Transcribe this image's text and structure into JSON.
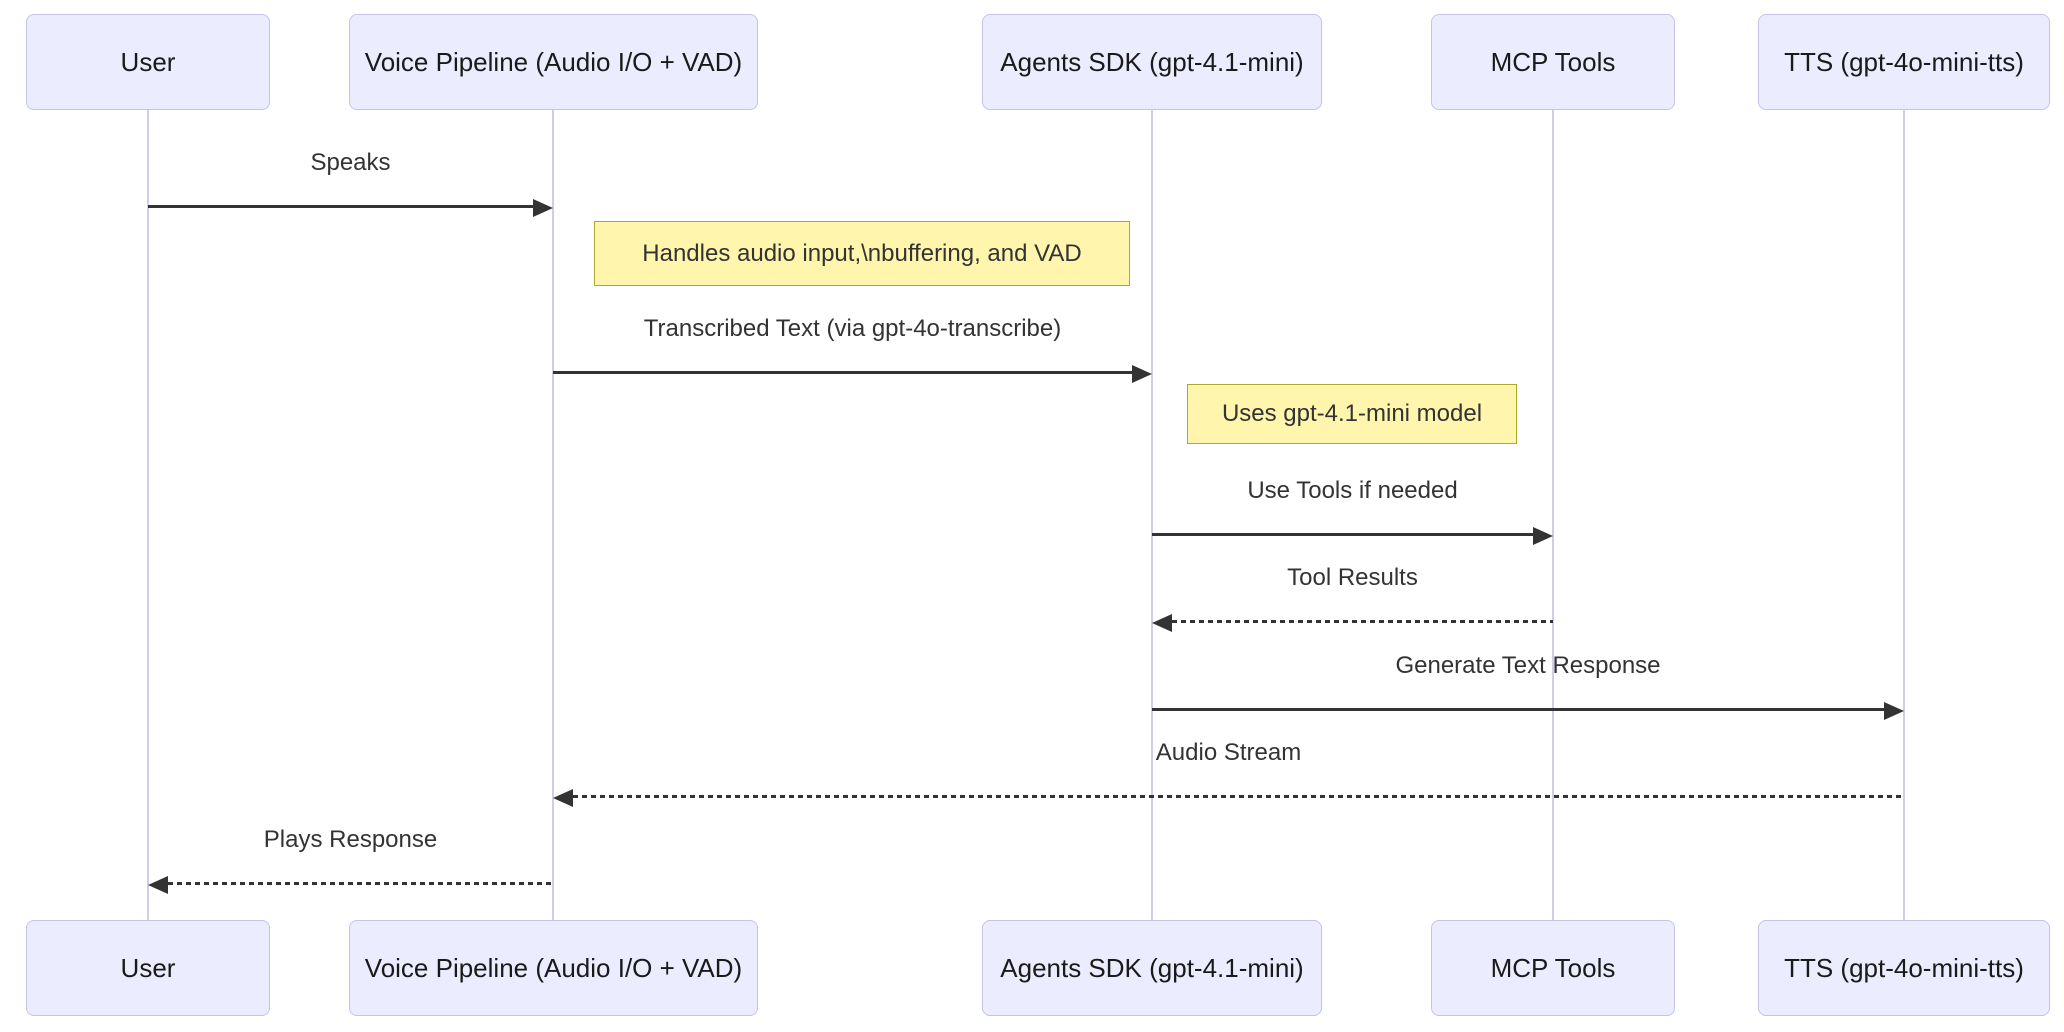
{
  "diagram": {
    "type": "sequence-diagram",
    "colors": {
      "bg": "#ffffff",
      "actor-fill": "#ECECFF",
      "actor-border": "#C7C2EA",
      "lifeline": "#D2CCEA",
      "note-fill": "#FFF5AD",
      "note-border": "#AAAA33",
      "arrow": "#333333",
      "text": "#333333"
    },
    "actors": [
      {
        "label": "User"
      },
      {
        "label": "Voice Pipeline (Audio I/O + VAD)"
      },
      {
        "label": "Agents SDK (gpt-4.1-mini)"
      },
      {
        "label": "MCP Tools"
      },
      {
        "label": "TTS (gpt-4o-mini-tts)"
      }
    ],
    "messages": [
      {
        "label": "Speaks",
        "from": "User",
        "to": "Voice Pipeline (Audio I/O + VAD)",
        "line": "solid"
      },
      {
        "label": "Transcribed Text (via gpt-4o-transcribe)",
        "from": "Voice Pipeline (Audio I/O + VAD)",
        "to": "Agents SDK (gpt-4.1-mini)",
        "line": "solid"
      },
      {
        "label": "Use Tools if needed",
        "from": "Agents SDK (gpt-4.1-mini)",
        "to": "MCP Tools",
        "line": "solid"
      },
      {
        "label": "Tool Results",
        "from": "MCP Tools",
        "to": "Agents SDK (gpt-4.1-mini)",
        "line": "dashed"
      },
      {
        "label": "Generate Text Response",
        "from": "Agents SDK (gpt-4.1-mini)",
        "to": "TTS (gpt-4o-mini-tts)",
        "line": "solid"
      },
      {
        "label": "Audio Stream",
        "from": "TTS (gpt-4o-mini-tts)",
        "to": "Voice Pipeline (Audio I/O + VAD)",
        "line": "dashed"
      },
      {
        "label": "Plays Response",
        "from": "Voice Pipeline (Audio I/O + VAD)",
        "to": "User",
        "line": "dashed"
      }
    ],
    "notes": [
      {
        "text": "Handles audio input,\\nbuffering, and VAD",
        "position": "right of Voice Pipeline"
      },
      {
        "text": "Uses gpt-4.1-mini model",
        "position": "right of Agents SDK"
      }
    ]
  }
}
